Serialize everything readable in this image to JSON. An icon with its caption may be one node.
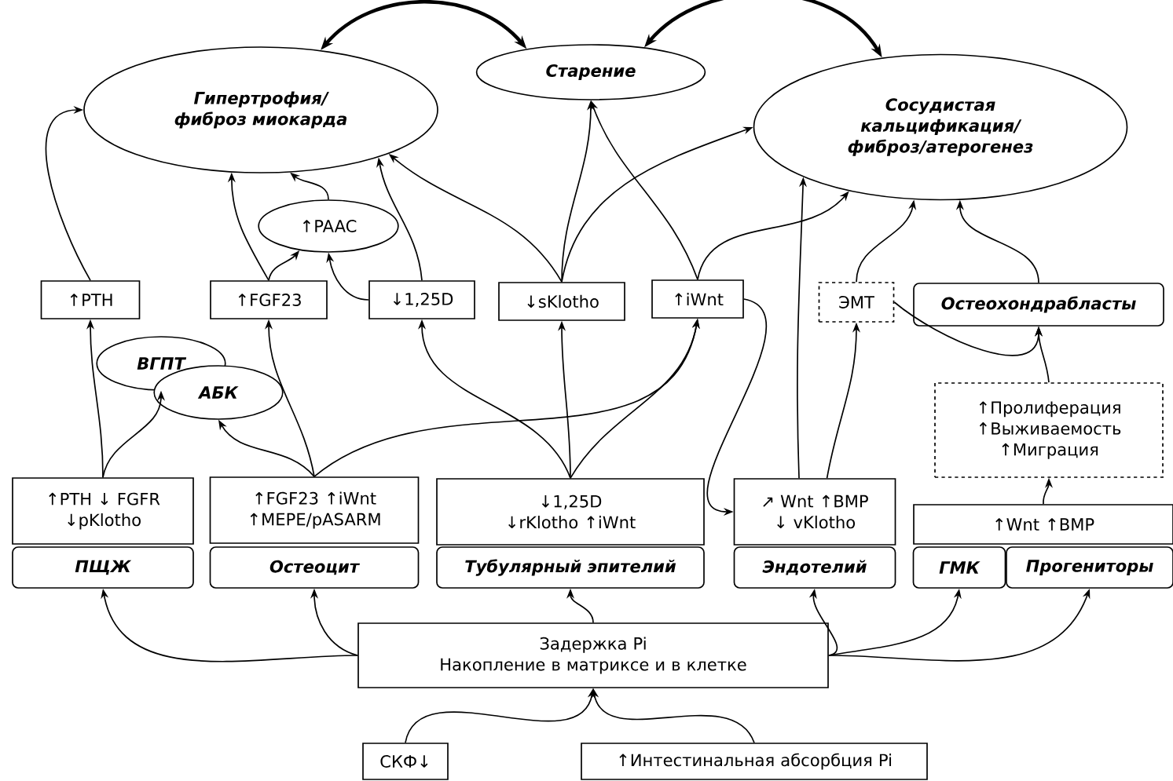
{
  "diagram": {
    "nodes": [
      {
        "text": [
          "Гипертрофия/ фиброз миокарда"
        ]
      },
      {
        "text": [
          "Старение"
        ]
      },
      {
        "text": [
          "Сосудистая кальцификация/ фиброз/атерогенез"
        ]
      },
      {
        "text": [
          "↑PAAC"
        ]
      },
      {
        "text": [
          "↑PTH"
        ]
      },
      {
        "text": [
          "↑FGF23"
        ]
      },
      {
        "text": [
          "↓1,25D"
        ]
      },
      {
        "text": [
          "↓sKlotho"
        ]
      },
      {
        "text": [
          "↑iWnt"
        ]
      },
      {
        "text": [
          "ЭМТ"
        ]
      },
      {
        "text": [
          "Остеохондрабласты"
        ]
      },
      {
        "text": [
          "ВГПТ"
        ]
      },
      {
        "text": [
          "АБК"
        ]
      },
      {
        "text": [
          "↑Пролиферация",
          "↑Выживаемость",
          "↑Миграция"
        ]
      },
      {
        "text": [
          "↑PTH ↓ FGFR ↓pKlotho"
        ]
      },
      {
        "text": [
          "ПЩЖ"
        ]
      },
      {
        "text": [
          "↑FGF23 ↑iWnt ↑MEPE/pASARM"
        ]
      },
      {
        "text": [
          "Остеоцит"
        ]
      },
      {
        "text": [
          "↓1,25D ↓rKlotho ↑iWnt"
        ]
      },
      {
        "text": [
          "Тубулярный эпителий"
        ]
      },
      {
        "text": [
          "↗ Wnt ↑BMP ↓ vKlotho"
        ]
      },
      {
        "text": [
          "Эндотелий"
        ]
      },
      {
        "text": [
          "↑Wnt ↑BMP"
        ]
      },
      {
        "text": [
          "ГМК"
        ]
      },
      {
        "text": [
          "Прогениторы"
        ]
      },
      {
        "text": [
          "Задержка Pi",
          "Накопление в матриксе и в клетке"
        ]
      },
      {
        "text": [
          "СКФ↓"
        ]
      },
      {
        "text": [
          "↑Интестинальная абсорбция Pi"
        ]
      }
    ],
    "edges": [
      {
        "from": 0,
        "to": 1,
        "arrow": "both",
        "style": "thick"
      },
      {
        "from": 1,
        "to": 2,
        "arrow": "both",
        "style": "thick"
      },
      {
        "from": 4,
        "to": 0,
        "arrow": "to"
      },
      {
        "from": 5,
        "to": 0,
        "arrow": "to"
      },
      {
        "from": 5,
        "to": 3,
        "arrow": "to"
      },
      {
        "from": 6,
        "to": 3,
        "arrow": "to"
      },
      {
        "from": 3,
        "to": 0,
        "arrow": "to"
      },
      {
        "from": 6,
        "to": 0,
        "arrow": "to"
      },
      {
        "from": 7,
        "to": 0,
        "arrow": "to"
      },
      {
        "from": 7,
        "to": 1,
        "arrow": "to"
      },
      {
        "from": 7,
        "to": 2,
        "arrow": "to"
      },
      {
        "from": 8,
        "to": 1,
        "arrow": "to"
      },
      {
        "from": 8,
        "to": 2,
        "arrow": "to"
      },
      {
        "from": 9,
        "to": 2,
        "arrow": "to"
      },
      {
        "from": 10,
        "to": 2,
        "arrow": "to"
      },
      {
        "from": 14,
        "to": 4,
        "arrow": "to"
      },
      {
        "from": 14,
        "to": 11,
        "arrow": "to"
      },
      {
        "from": 16,
        "to": 12,
        "arrow": "to"
      },
      {
        "from": 16,
        "to": 5,
        "arrow": "to"
      },
      {
        "from": 16,
        "to": 8,
        "arrow": "to"
      },
      {
        "from": 18,
        "to": 6,
        "arrow": "to"
      },
      {
        "from": 18,
        "to": 7,
        "arrow": "to"
      },
      {
        "from": 18,
        "to": 8,
        "arrow": "to"
      },
      {
        "from": 8,
        "to": 20,
        "arrow": "to"
      },
      {
        "from": 20,
        "to": 9,
        "arrow": "to"
      },
      {
        "from": 20,
        "to": 2,
        "arrow": "to"
      },
      {
        "from": 9,
        "to": 10,
        "arrow": "to"
      },
      {
        "from": 13,
        "to": 10,
        "arrow": "to"
      },
      {
        "from": 22,
        "to": 13,
        "arrow": "to"
      },
      {
        "from": 25,
        "to": 15,
        "arrow": "to"
      },
      {
        "from": 25,
        "to": 17,
        "arrow": "to"
      },
      {
        "from": 25,
        "to": 19,
        "arrow": "to"
      },
      {
        "from": 25,
        "to": 21,
        "arrow": "to"
      },
      {
        "from": 25,
        "to": 23,
        "arrow": "to"
      },
      {
        "from": 25,
        "to": 24,
        "arrow": "to"
      },
      {
        "from": 26,
        "to": 25,
        "arrow": "to"
      },
      {
        "from": 27,
        "to": 25,
        "arrow": "to"
      }
    ]
  }
}
